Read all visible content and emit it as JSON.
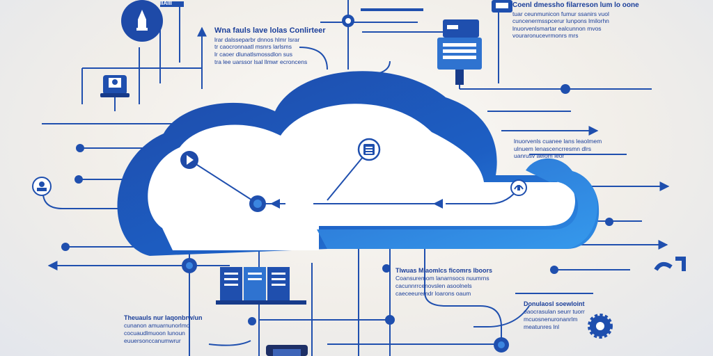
{
  "colors": {
    "primary": "#1f4fae",
    "dark": "#173b8a",
    "light": "#2f8be3",
    "background": "#f6f3ef"
  },
  "icons": [
    "rocket-icon",
    "user-icon",
    "laptop-icon",
    "play-icon",
    "document-icon",
    "cloud-sync-icon",
    "server-rack-icon",
    "file-cabinet-icon",
    "gear-icon",
    "recycle-icon",
    "printer-icon"
  ],
  "labels": {
    "top_left_tag": "IIAIII",
    "top_center_caption": "",
    "mid_top_title": "Wna fauls lave lolas Conlirteer",
    "mid_top_lines": [
      "lrar dalsseparbr dnnos hlmr lsrar",
      "tr caocronnaatl msnrs larlsms",
      "lr caoer dlunatlsmossdlon sus",
      "tra lee uarssor lsal llmwr ecroncens"
    ],
    "top_right_title": "Coenl dmessho filarreson lum lo oone",
    "top_right_lines": [
      "tuar ceunmunicon fumur ssanirs vuol",
      "cuncenermsspcerur lunpons lmilorhn",
      "lnuorvenlsmartar ealcunnon mvos",
      "vouraronucevrmonrs mrs"
    ],
    "right_mid_lines": [
      "lnuorvenls cuanee lans leaolmem",
      "ulnuem lenascencrresmn dlrs",
      "uanrusv aelom leor"
    ],
    "bottom_center_title": "Tlwuas Mlaomlcs ficomrs lboors",
    "bottom_center_lines": [
      "Coansuremom lanarnsocs nuumrns",
      "cacunnrrcenovslen asoolnels",
      "caeceeuremdr loarons oaum"
    ],
    "bottom_left_title": "Theuauls nur Iaqonbrw/un",
    "bottom_left_lines": [
      "cunanon amuarnunorlmo",
      "cocuaudlmuoon lunoun",
      "euuersonccanumwrur"
    ],
    "bottom_right_title": "Donulaosl soewloint",
    "bottom_right_lines": [
      "oaocrasulan seurr tuorr",
      "mcuosnenuronanrlm",
      "meatunres lnl"
    ]
  }
}
